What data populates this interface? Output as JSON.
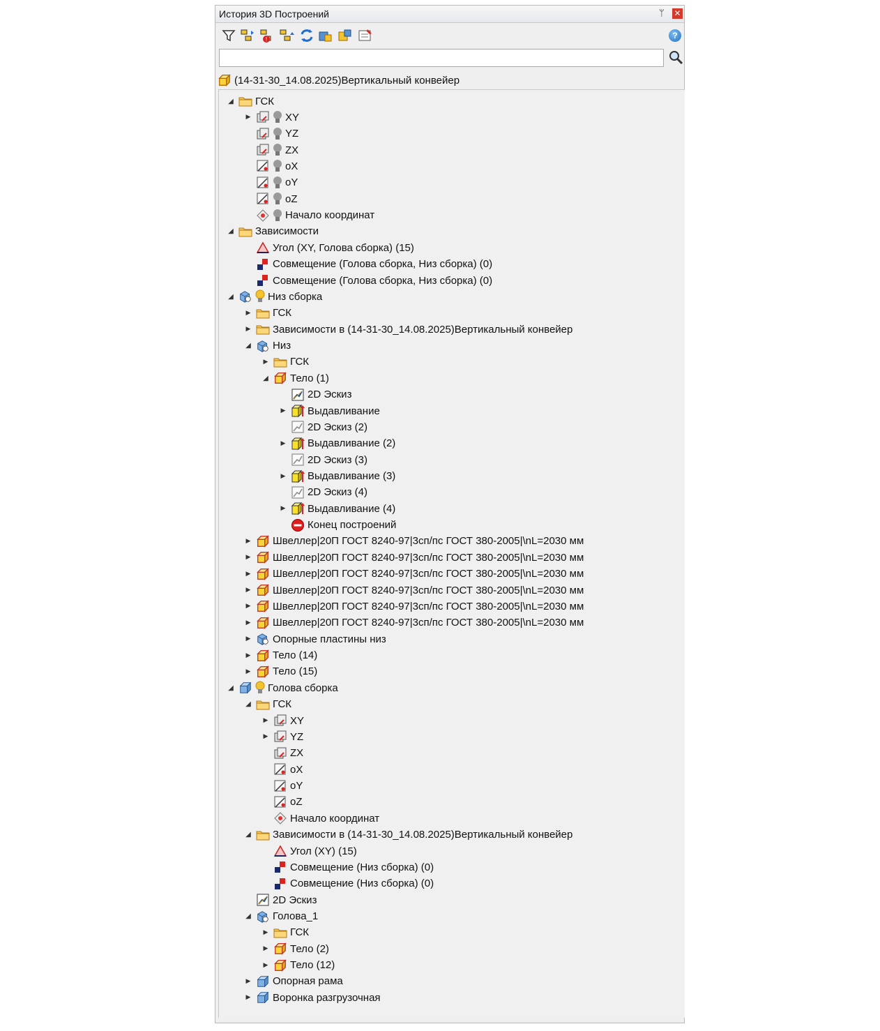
{
  "window": {
    "title": "История 3D Построений",
    "pin_glyph": "ᛘ",
    "close_glyph": "✕",
    "help_glyph": "?"
  },
  "toolbar": {
    "buttons": [
      "filter-icon",
      "tree-add-icon",
      "tree-error-icon",
      "tree-up-icon",
      "refresh-icon",
      "part-blue-icon",
      "part-yellow-icon",
      "properties-icon"
    ]
  },
  "search": {
    "value": "",
    "placeholder": ""
  },
  "root": {
    "label": "(14-31-30_14.08.2025)Вертикальный конвейер",
    "icon": "assembly-cube-icon"
  },
  "tree": [
    {
      "level": 0,
      "twisty": "expanded",
      "icons": [
        "folder-icon"
      ],
      "label": "ГСК"
    },
    {
      "level": 1,
      "twisty": "collapsed",
      "icons": [
        "plane-icon",
        "bulb-off-icon"
      ],
      "label": "XY"
    },
    {
      "level": 1,
      "twisty": "none",
      "icons": [
        "plane-icon",
        "bulb-off-icon"
      ],
      "label": "YZ"
    },
    {
      "level": 1,
      "twisty": "none",
      "icons": [
        "plane-icon",
        "bulb-off-icon"
      ],
      "label": "ZX"
    },
    {
      "level": 1,
      "twisty": "none",
      "icons": [
        "axis-icon",
        "bulb-off-icon"
      ],
      "label": "oX"
    },
    {
      "level": 1,
      "twisty": "none",
      "icons": [
        "axis-icon",
        "bulb-off-icon"
      ],
      "label": "oY"
    },
    {
      "level": 1,
      "twisty": "none",
      "icons": [
        "axis-icon",
        "bulb-off-icon"
      ],
      "label": "oZ"
    },
    {
      "level": 1,
      "twisty": "none",
      "icons": [
        "origin-icon",
        "bulb-off-icon"
      ],
      "label": "Начало координат"
    },
    {
      "level": 0,
      "twisty": "expanded",
      "icons": [
        "folder-icon"
      ],
      "label": "Зависимости"
    },
    {
      "level": 1,
      "twisty": "none",
      "icons": [
        "angle-constraint-icon"
      ],
      "label": "Угол (XY, Голова сборка) (15)"
    },
    {
      "level": 1,
      "twisty": "none",
      "icons": [
        "coincidence-icon"
      ],
      "label": "Совмещение (Голова сборка, Низ сборка) (0)"
    },
    {
      "level": 1,
      "twisty": "none",
      "icons": [
        "coincidence-icon"
      ],
      "label": "Совмещение (Голова сборка, Низ сборка) (0)"
    },
    {
      "level": 0,
      "twisty": "expanded",
      "icons": [
        "subassembly-icon",
        "bulb-on-icon"
      ],
      "label": "Низ сборка"
    },
    {
      "level": 1,
      "twisty": "collapsed",
      "icons": [
        "folder-icon"
      ],
      "label": "ГСК"
    },
    {
      "level": 1,
      "twisty": "collapsed",
      "icons": [
        "folder-icon"
      ],
      "label": "Зависимости в (14-31-30_14.08.2025)Вертикальный конвейер"
    },
    {
      "level": 1,
      "twisty": "expanded",
      "icons": [
        "subassembly-icon"
      ],
      "label": "Низ"
    },
    {
      "level": 2,
      "twisty": "collapsed",
      "icons": [
        "folder-icon"
      ],
      "label": "ГСК"
    },
    {
      "level": 2,
      "twisty": "expanded",
      "icons": [
        "body-icon"
      ],
      "label": "Тело (1)"
    },
    {
      "level": 3,
      "twisty": "none",
      "icons": [
        "sketch-active-icon"
      ],
      "label": "2D Эскиз"
    },
    {
      "level": 3,
      "twisty": "collapsed",
      "icons": [
        "extrude-icon"
      ],
      "label": "Выдавливание"
    },
    {
      "level": 3,
      "twisty": "none",
      "icons": [
        "sketch-icon"
      ],
      "label": "2D Эскиз (2)"
    },
    {
      "level": 3,
      "twisty": "collapsed",
      "icons": [
        "extrude-icon"
      ],
      "label": "Выдавливание (2)"
    },
    {
      "level": 3,
      "twisty": "none",
      "icons": [
        "sketch-icon"
      ],
      "label": "2D Эскиз (3)"
    },
    {
      "level": 3,
      "twisty": "collapsed",
      "icons": [
        "extrude-icon"
      ],
      "label": "Выдавливание (3)"
    },
    {
      "level": 3,
      "twisty": "none",
      "icons": [
        "sketch-icon"
      ],
      "label": "2D Эскиз (4)"
    },
    {
      "level": 3,
      "twisty": "collapsed",
      "icons": [
        "extrude-icon"
      ],
      "label": "Выдавливание (4)"
    },
    {
      "level": 3,
      "twisty": "none",
      "icons": [
        "stop-icon"
      ],
      "label": "Конец построений"
    },
    {
      "level": 1,
      "twisty": "collapsed",
      "icons": [
        "body-icon"
      ],
      "label": "Швеллер|20П ГОСТ 8240-97|3сп/пс ГОСТ 380-2005|\\nL=2030 мм"
    },
    {
      "level": 1,
      "twisty": "collapsed",
      "icons": [
        "body-icon"
      ],
      "label": "Швеллер|20П ГОСТ 8240-97|3сп/пс ГОСТ 380-2005|\\nL=2030 мм"
    },
    {
      "level": 1,
      "twisty": "collapsed",
      "icons": [
        "body-icon"
      ],
      "label": "Швеллер|20П ГОСТ 8240-97|3сп/пс ГОСТ 380-2005|\\nL=2030 мм"
    },
    {
      "level": 1,
      "twisty": "collapsed",
      "icons": [
        "body-icon"
      ],
      "label": "Швеллер|20П ГОСТ 8240-97|3сп/пс ГОСТ 380-2005|\\nL=2030 мм"
    },
    {
      "level": 1,
      "twisty": "collapsed",
      "icons": [
        "body-icon"
      ],
      "label": "Швеллер|20П ГОСТ 8240-97|3сп/пс ГОСТ 380-2005|\\nL=2030 мм"
    },
    {
      "level": 1,
      "twisty": "collapsed",
      "icons": [
        "body-icon"
      ],
      "label": "Швеллер|20П ГОСТ 8240-97|3сп/пс ГОСТ 380-2005|\\nL=2030 мм"
    },
    {
      "level": 1,
      "twisty": "collapsed",
      "icons": [
        "subassembly-icon"
      ],
      "label": "Опорные пластины низ"
    },
    {
      "level": 1,
      "twisty": "collapsed",
      "icons": [
        "body-icon"
      ],
      "label": "Тело (14)"
    },
    {
      "level": 1,
      "twisty": "collapsed",
      "icons": [
        "body-icon"
      ],
      "label": "Тело (15)"
    },
    {
      "level": 0,
      "twisty": "expanded",
      "icons": [
        "assembly-blue-icon",
        "bulb-on-icon"
      ],
      "label": "Голова сборка"
    },
    {
      "level": 1,
      "twisty": "expanded",
      "icons": [
        "folder-icon"
      ],
      "label": "ГСК"
    },
    {
      "level": 2,
      "twisty": "collapsed",
      "icons": [
        "plane-icon"
      ],
      "label": "XY"
    },
    {
      "level": 2,
      "twisty": "collapsed",
      "icons": [
        "plane-icon"
      ],
      "label": "YZ"
    },
    {
      "level": 2,
      "twisty": "none",
      "icons": [
        "plane-icon"
      ],
      "label": "ZX"
    },
    {
      "level": 2,
      "twisty": "none",
      "icons": [
        "axis-icon"
      ],
      "label": "oX"
    },
    {
      "level": 2,
      "twisty": "none",
      "icons": [
        "axis-icon"
      ],
      "label": "oY"
    },
    {
      "level": 2,
      "twisty": "none",
      "icons": [
        "axis-icon"
      ],
      "label": "oZ"
    },
    {
      "level": 2,
      "twisty": "none",
      "icons": [
        "origin-icon"
      ],
      "label": "Начало координат"
    },
    {
      "level": 1,
      "twisty": "expanded",
      "icons": [
        "folder-icon"
      ],
      "label": "Зависимости в (14-31-30_14.08.2025)Вертикальный конвейер"
    },
    {
      "level": 2,
      "twisty": "none",
      "icons": [
        "angle-constraint-icon"
      ],
      "label": "Угол (XY) (15)"
    },
    {
      "level": 2,
      "twisty": "none",
      "icons": [
        "coincidence-icon"
      ],
      "label": "Совмещение (Низ сборка) (0)"
    },
    {
      "level": 2,
      "twisty": "none",
      "icons": [
        "coincidence-icon"
      ],
      "label": "Совмещение (Низ сборка) (0)"
    },
    {
      "level": 1,
      "twisty": "none",
      "icons": [
        "sketch-active-icon"
      ],
      "label": "2D Эскиз"
    },
    {
      "level": 1,
      "twisty": "expanded",
      "icons": [
        "subassembly-icon"
      ],
      "label": "Голова_1"
    },
    {
      "level": 2,
      "twisty": "collapsed",
      "icons": [
        "folder-icon"
      ],
      "label": "ГСК"
    },
    {
      "level": 2,
      "twisty": "collapsed",
      "icons": [
        "body-icon"
      ],
      "label": "Тело (2)"
    },
    {
      "level": 2,
      "twisty": "collapsed",
      "icons": [
        "body-icon"
      ],
      "label": "Тело (12)"
    },
    {
      "level": 1,
      "twisty": "collapsed",
      "icons": [
        "assembly-blue-icon"
      ],
      "label": "Опорная рама"
    },
    {
      "level": 1,
      "twisty": "collapsed",
      "icons": [
        "assembly-blue-icon"
      ],
      "label": "Воронка разгрузочная"
    }
  ]
}
